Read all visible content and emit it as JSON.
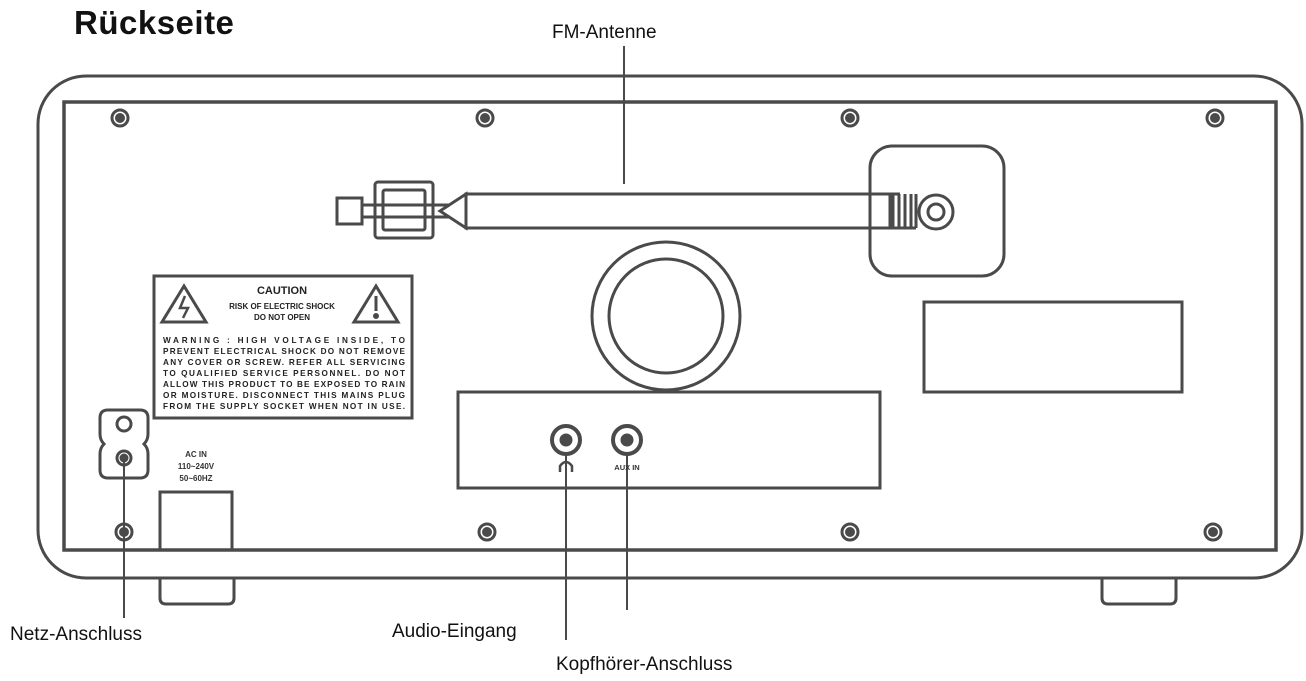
{
  "title": "Rückseite",
  "callouts": {
    "fm_antenna": "FM-Antenne",
    "power": "Netz-Anschluss",
    "audio_in": "Audio-Eingang",
    "headphones": "Kopfhörer-Anschluss"
  },
  "caution_label": {
    "heading": "CAUTION",
    "line1": "RISK OF ELECTRIC SHOCK",
    "line2": "DO NOT OPEN",
    "warning": [
      "WARNING :   HIGH  VOLTAGE  INSIDE,  TO",
      "PREVENT ELECTRICAL SHOCK DO NOT REMOVE",
      "ANY COVER OR SCREW. REFER ALL SERVICING",
      "TO QUALIFIED SERVICE PERSONNEL. DO NOT",
      "ALLOW THIS PRODUCT TO BE EXPOSED TO RAIN",
      "OR MOISTURE. DISCONNECT THIS MAINS PLUG",
      "FROM THE SUPPLY SOCKET WHEN NOT IN USE."
    ]
  },
  "ac_label": {
    "line1": "AC IN",
    "line2": "110~240V",
    "line3": "50~60HZ"
  },
  "aux_label": "AUX IN",
  "headphone_symbol": "headphone-icon",
  "colors": {
    "stroke": "#4a4a4a",
    "background": "#ffffff"
  }
}
